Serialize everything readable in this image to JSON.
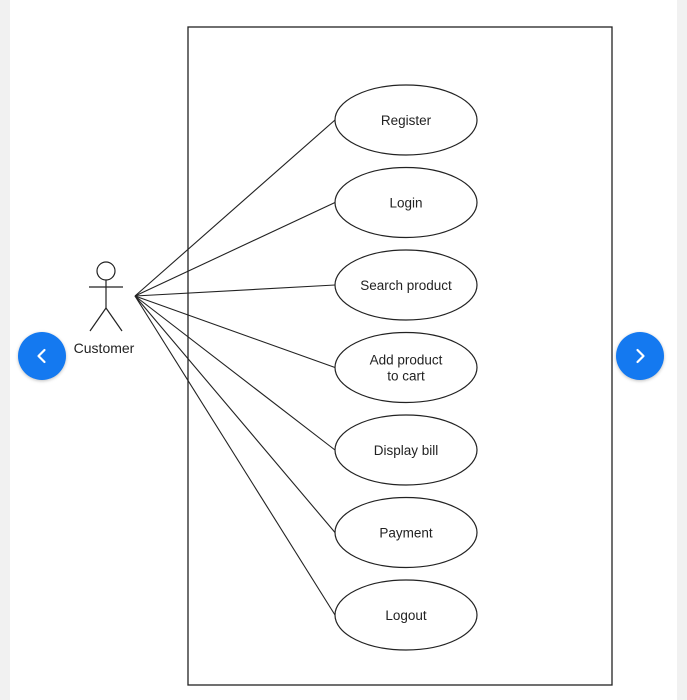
{
  "actor": {
    "name": "Customer",
    "icon": "stick-figure-icon"
  },
  "use_cases": [
    {
      "id": "register",
      "lines": [
        "Register"
      ]
    },
    {
      "id": "login",
      "lines": [
        "Login"
      ]
    },
    {
      "id": "search-product",
      "lines": [
        "Search product"
      ]
    },
    {
      "id": "add-product-to-cart",
      "lines": [
        "Add product",
        "to cart"
      ]
    },
    {
      "id": "display-bill",
      "lines": [
        "Display bill"
      ]
    },
    {
      "id": "payment",
      "lines": [
        "Payment"
      ]
    },
    {
      "id": "logout",
      "lines": [
        "Logout"
      ]
    }
  ],
  "navigation": {
    "prev_icon": "chevron-left-icon",
    "next_icon": "chevron-right-icon",
    "accent_color": "#1479f0"
  }
}
